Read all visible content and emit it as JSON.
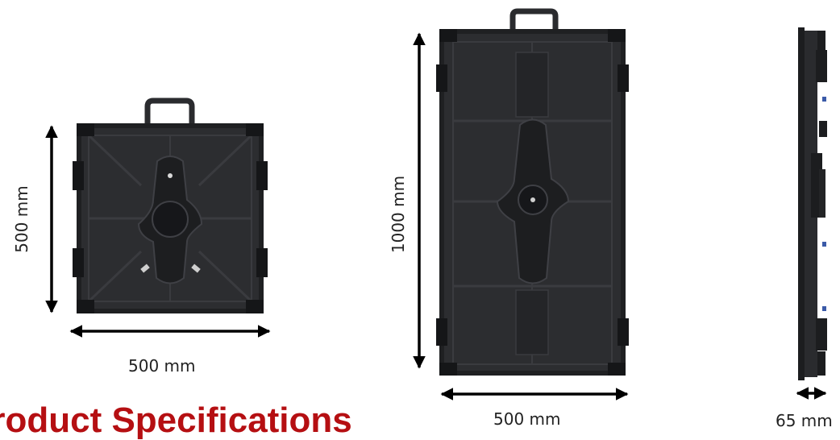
{
  "dimensions": {
    "square_width": "500 mm",
    "square_height": "500  mm",
    "tall_width": "500 mm",
    "tall_height": "1000  mm",
    "depth": "65 mm"
  },
  "title": "Product Specifications",
  "colors": {
    "title": "#b50f12",
    "panel_dark": "#1f2022",
    "panel_mid": "#2c2d30",
    "panel_light": "#3a3b3f",
    "arrow": "#000000",
    "text": "#222222"
  }
}
